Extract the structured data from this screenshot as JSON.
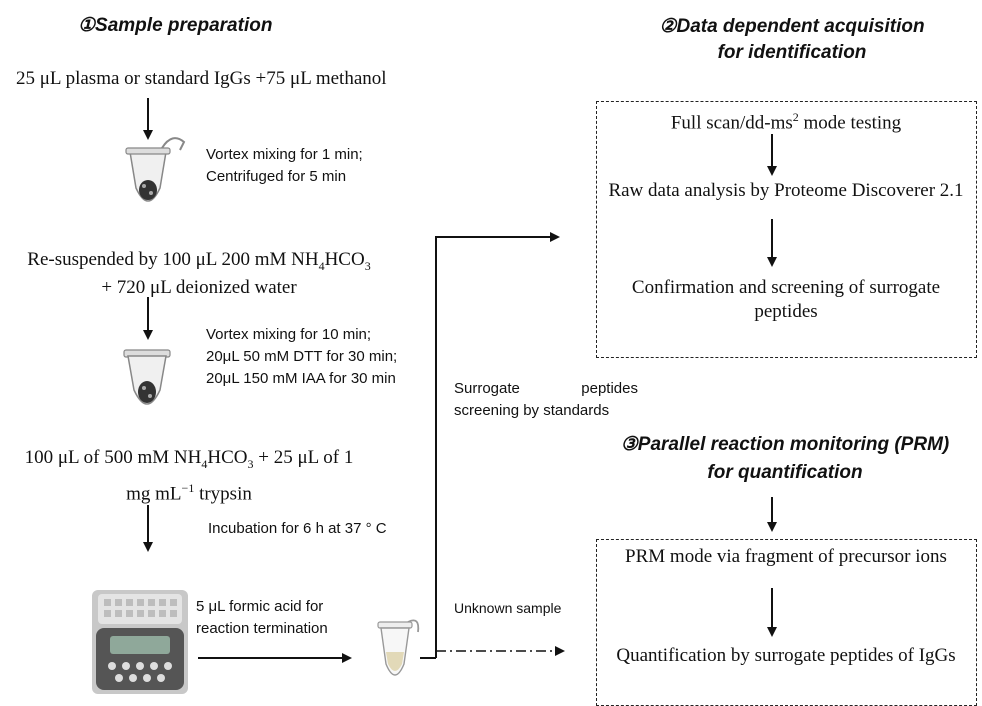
{
  "steps": {
    "s1_num": "①",
    "s1_title": "Sample preparation",
    "s2_num": "②",
    "s2_title_1": "Data dependent acquisition",
    "s2_title_2": "for identification",
    "s3_num": "③",
    "s3_title_1": "Parallel reaction monitoring (PRM)",
    "s3_title_2": "for quantification"
  },
  "left": {
    "l1": "25 μL plasma or standard IgGs +75 μL methanol",
    "note1_a": "Vortex mixing for 1 min;",
    "note1_b": "Centrifuged for 5 min",
    "l2_a_pre": "Re-suspended by 100 μL 200 mM NH",
    "l2_a_sub1": "4",
    "l2_a_mid": "HCO",
    "l2_a_sub2": "3",
    "l2_b": "+ 720 μL deionized water",
    "note2_a": "Vortex mixing for 10 min;",
    "note2_b": "20μL 50 mM DTT for 30 min;",
    "note2_c": "20μL 150 mM IAA for 30 min",
    "l3_a_pre": "100 μL of 500 mM NH",
    "l3_a_sub1": "4",
    "l3_a_mid": "HCO",
    "l3_a_sub2": "3",
    "l3_a_post": " + 25 μL of 1",
    "l3_b_pre": "mg mL",
    "l3_b_sup": "−1",
    "l3_b_post": " trypsin",
    "note3": "Incubation for 6 h at 37 ° C",
    "note4_a": "5 μL formic acid for",
    "note4_b": "reaction termination"
  },
  "middle": {
    "screen_a1": "Surrogate",
    "screen_a2": "peptides",
    "screen_b": "screening by standards",
    "unknown": "Unknown sample"
  },
  "dda": {
    "r1_pre": "Full scan/dd-ms",
    "r1_sup": "2",
    "r1_post": " mode testing",
    "r2": "Raw data analysis by Proteome Discoverer 2.1",
    "r3_a": "Confirmation and screening of surrogate",
    "r3_b": "peptides"
  },
  "prm": {
    "r1": "PRM mode via fragment of precursor ions",
    "r2": "Quantification by surrogate peptides of IgGs"
  }
}
